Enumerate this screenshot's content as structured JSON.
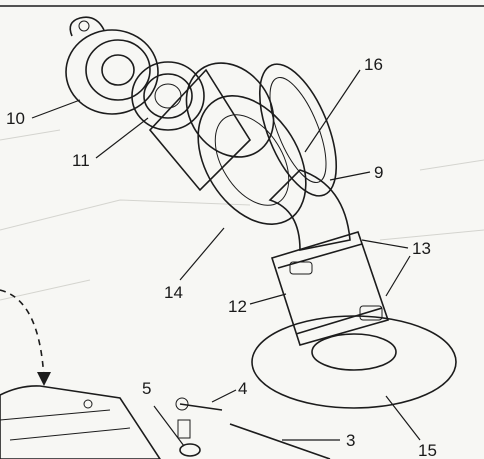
{
  "diagram": {
    "type": "exploded-parts-drawing",
    "callouts": {
      "p3": "3",
      "p4": "4",
      "p5": "5",
      "p9": "9",
      "p10": "10",
      "p11": "11",
      "p12": "12",
      "p13": "13",
      "p14": "14",
      "p15": "15",
      "p16": "16"
    }
  },
  "colors": {
    "paper": "#f7f7f4",
    "ink": "#1c1c1c",
    "stipple": "#6a6a6a"
  }
}
